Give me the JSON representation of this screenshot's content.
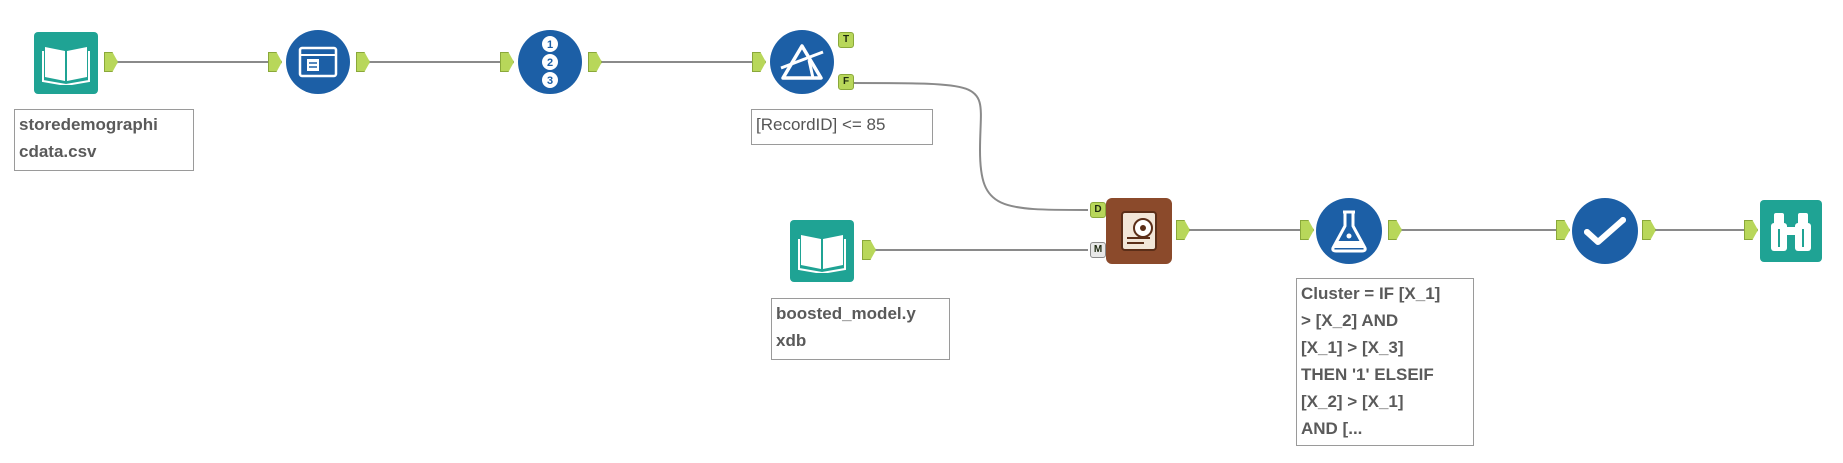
{
  "workflow": {
    "annotations": {
      "input_file": "storedemographi\ncdata.csv",
      "filter_expr": "[RecordID] <= 85",
      "model_file": "boosted_model.y\nxdb",
      "formula_expr": "Cluster = IF [X_1]\n> [X_2] AND\n[X_1] > [X_3]\nTHEN '1' ELSEIF\n[X_2] > [X_1]\nAND [..."
    },
    "anchor_labels": {
      "filter_true": "T",
      "filter_false": "F",
      "score_data": "D",
      "score_model": "M"
    },
    "tools": [
      {
        "id": "input-data",
        "icon": "book-icon",
        "color": "#1fa394"
      },
      {
        "id": "select",
        "icon": "select-icon",
        "color": "#1c5fa6"
      },
      {
        "id": "record-id",
        "icon": "record-id-icon",
        "color": "#1c5fa6"
      },
      {
        "id": "filter",
        "icon": "filter-icon",
        "color": "#1c5fa6"
      },
      {
        "id": "input-model",
        "icon": "book-icon",
        "color": "#1fa394"
      },
      {
        "id": "score",
        "icon": "score-icon",
        "color": "#8b4a2b"
      },
      {
        "id": "formula",
        "icon": "formula-flask-icon",
        "color": "#1c5fa6"
      },
      {
        "id": "check",
        "icon": "checkmark-icon",
        "color": "#1c5fa6"
      },
      {
        "id": "browse",
        "icon": "binoculars-icon",
        "color": "#1fa394"
      }
    ]
  }
}
